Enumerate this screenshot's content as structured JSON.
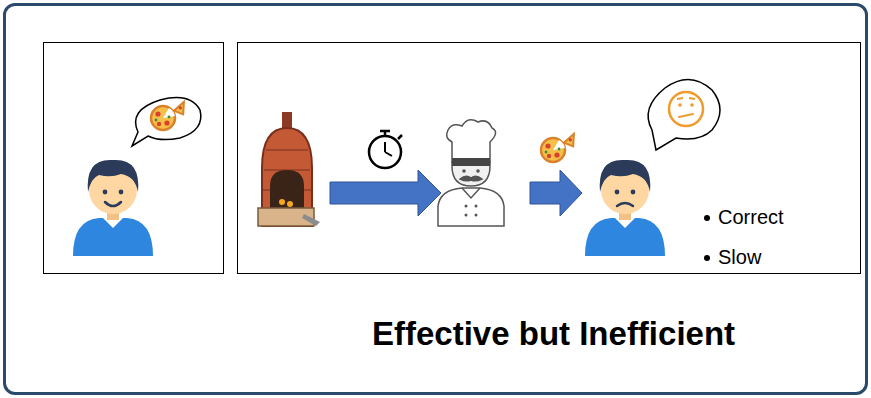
{
  "diagram": {
    "caption": "Effective but Inefficient",
    "nodes": [
      {
        "text": [
          "Correct",
          "Slow"
        ]
      }
    ]
  }
}
